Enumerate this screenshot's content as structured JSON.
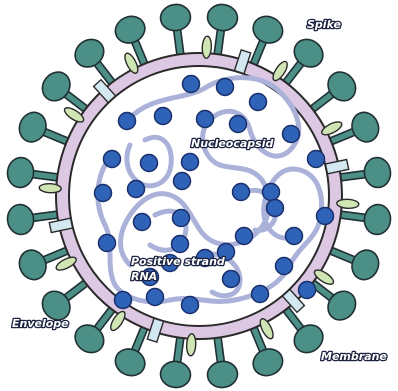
{
  "labels": {
    "spike": "Spike",
    "nucleocapsid": "Nucleocapsid",
    "rna_line1": "Positive strand",
    "rna_line2": "RNA",
    "envelope": "Envelope",
    "membrane": "Membrane"
  },
  "colors": {
    "spike_fill": "#4c8f86",
    "spike_stroke": "#1f2f33",
    "envelope_fill": "#dcc8e2",
    "envelope_stroke": "#2a2a2a",
    "interior_fill": "#ffffff",
    "membrane_protein_fill": "#cfe6b4",
    "envelope_protein_fill": "#d4e8f2",
    "rna_strand": "#aab2da",
    "nucleocapsid_fill": "#2f63b8",
    "nucleocapsid_stroke": "#1a2f6b",
    "label_text": "#ffffff",
    "label_outline": "#1c2340"
  },
  "structure": {
    "spike_count": 24,
    "membrane_protein_count": 12,
    "envelope_protein_count": 6,
    "nucleocapsid_count": 36
  }
}
